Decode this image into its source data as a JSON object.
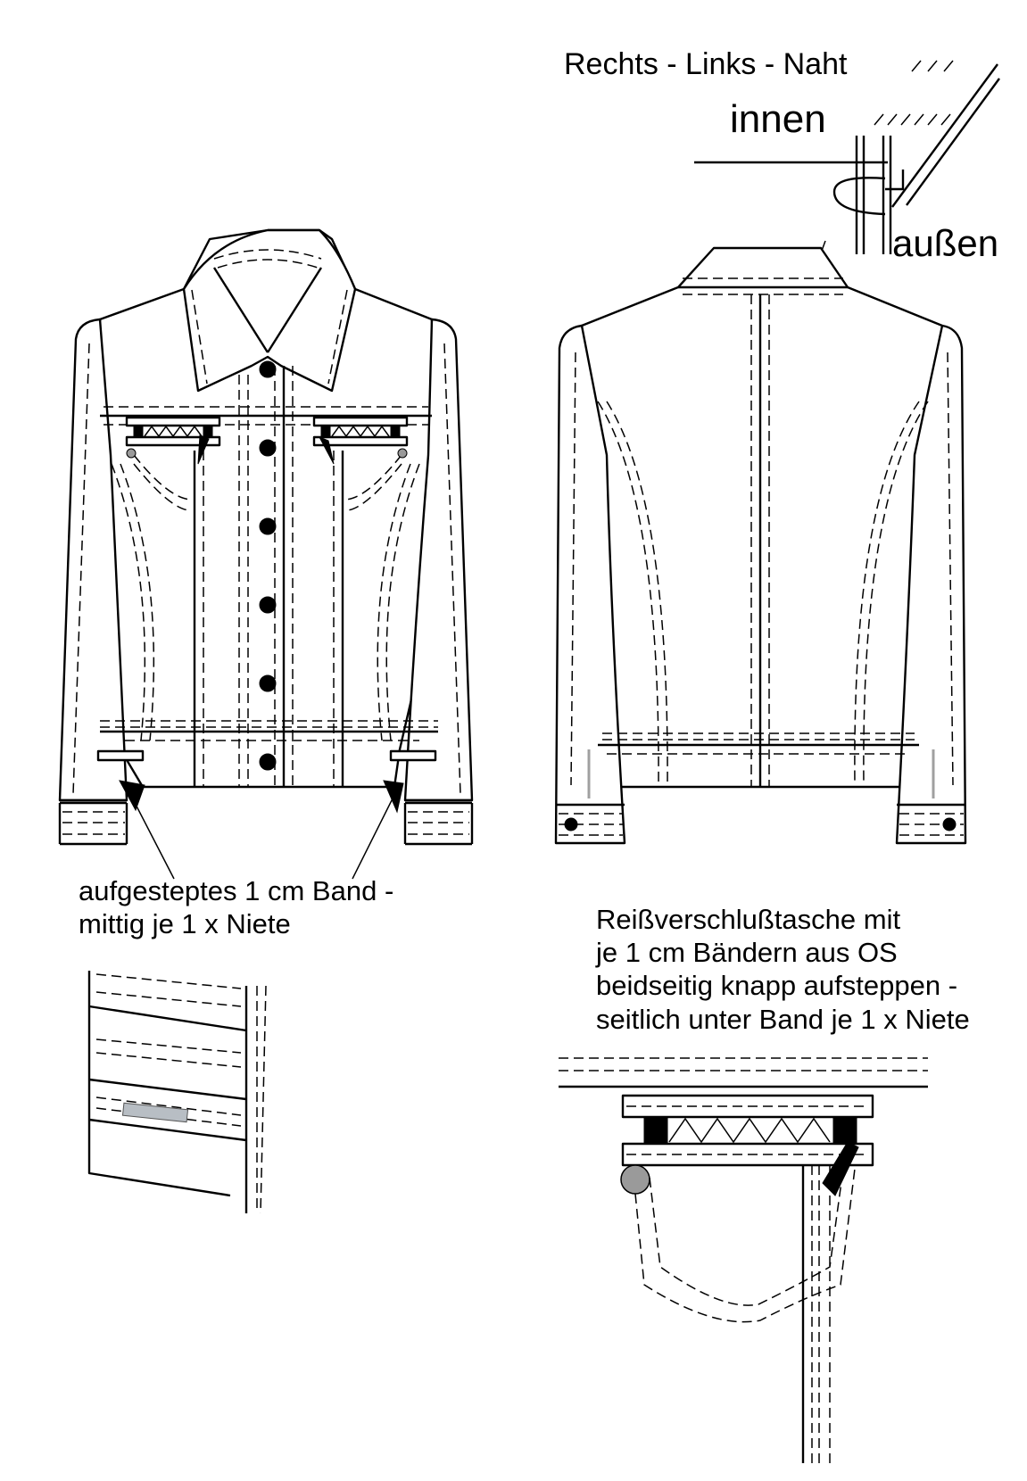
{
  "seam_detail": {
    "title": "Rechts - Links - Naht",
    "inside_label": "innen",
    "outside_label": "außen"
  },
  "band_note": {
    "line1": "aufgesteptes 1 cm Band -",
    "line2": "mittig je 1 x Niete"
  },
  "zip_pocket_note": {
    "line1": "Reißverschlußtasche mit",
    "line2": "je 1 cm Bändern aus OS",
    "line3": "beidseitig knapp aufsteppen -",
    "line4": "seitlich unter Band je 1 x Niete"
  },
  "colors": {
    "line": "#000000",
    "background": "#ffffff",
    "rivet": "#9a9a9a",
    "rivet_detail": "#b8bec4",
    "stitch_marker": "#a0a0a0"
  }
}
